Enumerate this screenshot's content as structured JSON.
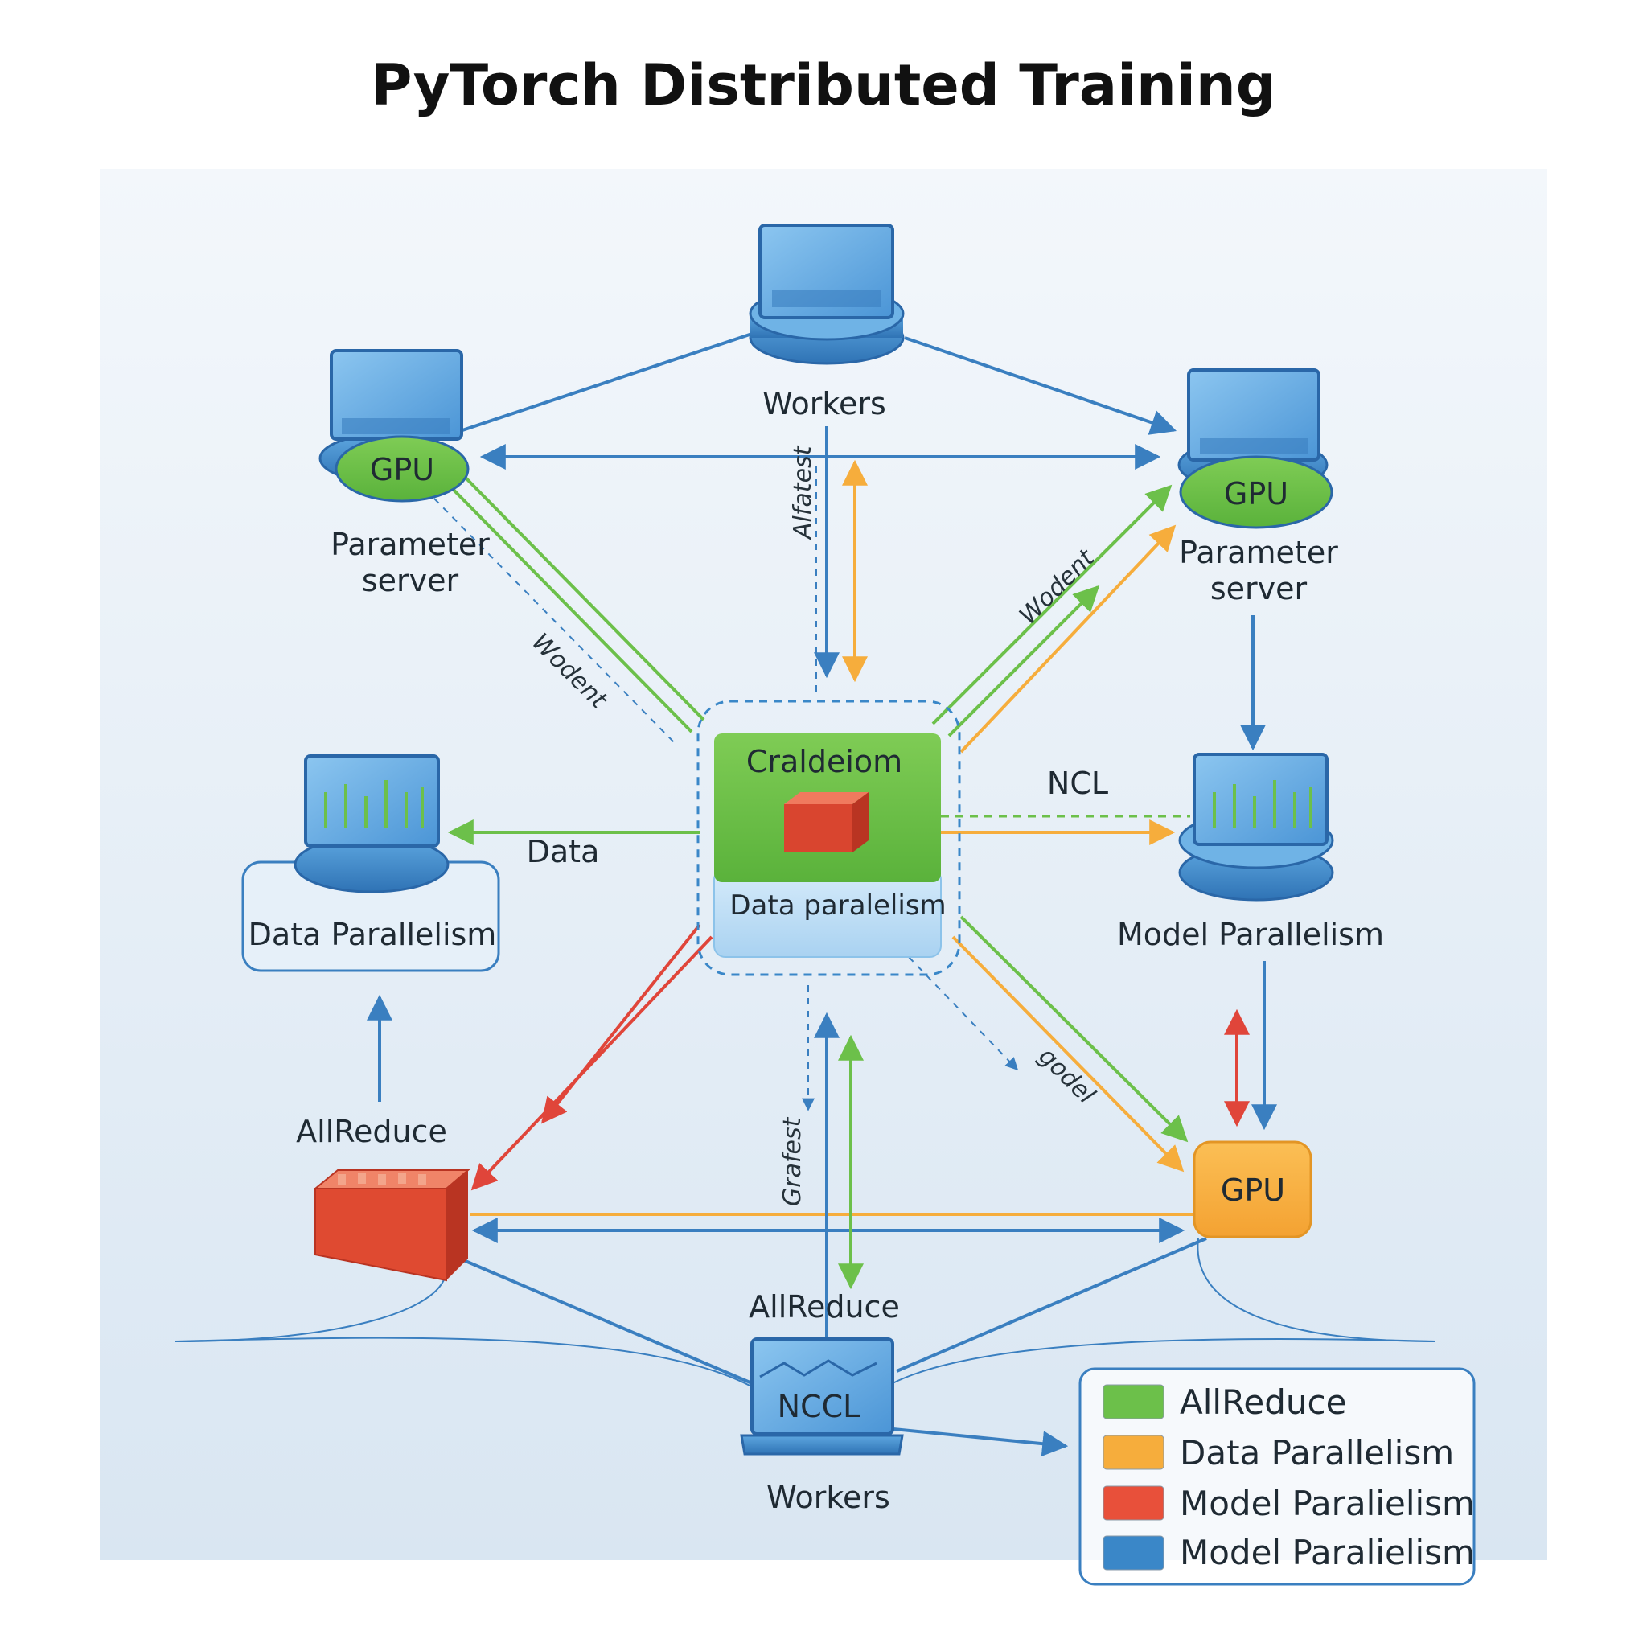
{
  "title": "PyTorch Distributed Training",
  "nodes": {
    "workers_top": "Workers",
    "gpu_left": "GPU",
    "gpu_right": "GPU",
    "param_server_left": [
      "Parameter",
      "server"
    ],
    "param_server_right": [
      "Parameter",
      "server"
    ],
    "center_top": "Craldeiom",
    "center_bottom": "Data paralelism",
    "data_parallelism_box": "Data Parallelism",
    "model_parallelism": "Model Parallelism",
    "gpu_bottom_right": "GPU",
    "allreduce_left": "AllReduce",
    "allreduce_bottom": "AllReduce",
    "nccl": "NCCL",
    "workers_bottom": "Workers"
  },
  "edge_labels": {
    "arrow_left_diag": "Wodent",
    "arrow_right_diag": "Wodent",
    "arrow_top_vertical": "Alfatest",
    "arrow_data": "Data",
    "arrow_ncl": "NCL",
    "arrow_bottom_right_diag": "godel",
    "arrow_bottom_vertical": "Grafest"
  },
  "legend": [
    {
      "label": "AllReduce",
      "color": "#6cc04a"
    },
    {
      "label": "Data Parallelism",
      "color": "#f6ad3c"
    },
    {
      "label": "Model Paralielism",
      "color": "#e8503a"
    },
    {
      "label": "Model Paralielism",
      "color": "#3a87c8"
    }
  ],
  "colors": {
    "blue": "#3a7fc0",
    "green": "#6cc04a",
    "orange": "#f6ad3c",
    "red": "#e0453a",
    "node_blue": "#5aa6e0"
  }
}
